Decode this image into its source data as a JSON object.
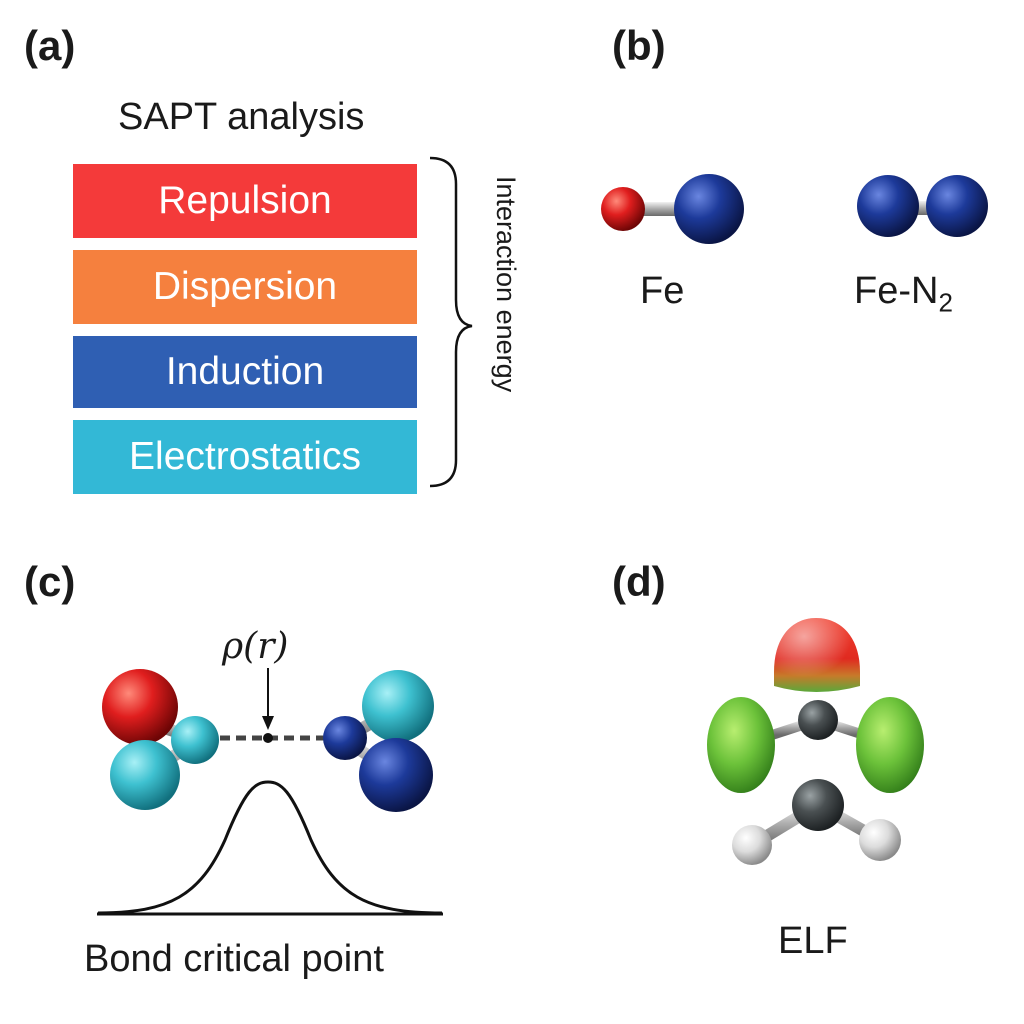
{
  "panels": {
    "a": {
      "label": "(a)",
      "title": "SAPT analysis",
      "bars": [
        {
          "label": "Repulsion",
          "color": "#f43a3a"
        },
        {
          "label": "Dispersion",
          "color": "#f5803e"
        },
        {
          "label": "Induction",
          "color": "#2f5fb3"
        },
        {
          "label": "Electrostatics",
          "color": "#33b8d6"
        }
      ],
      "brace_label": "Interaction energy"
    },
    "b": {
      "label": "(b)",
      "fe_label": "Fe",
      "fen2_label_main": "Fe-N",
      "fen2_label_sub": "2"
    },
    "c": {
      "label": "(c)",
      "rho_label": "ρ(r)",
      "caption": "Bond critical point"
    },
    "d": {
      "label": "(d)",
      "caption": "ELF"
    },
    "colors": {
      "oxygen_red": "#e02020",
      "nitrogen_blue": "#1d3a9a",
      "cyan_atom": "#3ec1d0",
      "carbon_grey": "#4a5052",
      "hydrogen_white": "#e8e8e8",
      "elf_green": "#6cc23a"
    }
  }
}
